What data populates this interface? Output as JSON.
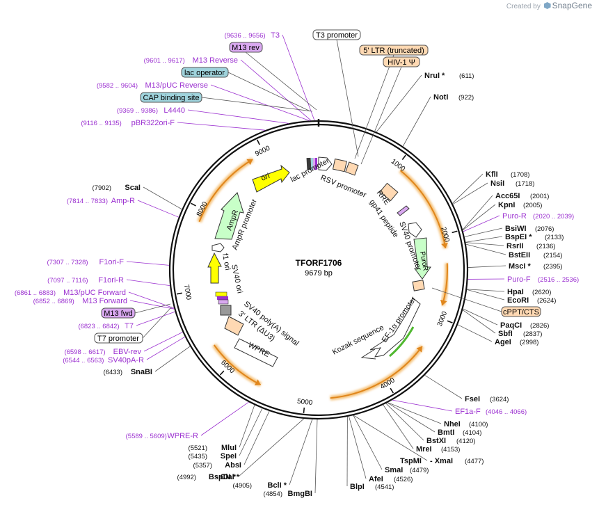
{
  "branding": {
    "created_by": "Created by",
    "app": "SnapGene"
  },
  "plasmid": {
    "name": "TFORF1706",
    "size": "9679 bp"
  },
  "ticks": [
    "1000",
    "2000",
    "3000",
    "4000",
    "5000",
    "6000",
    "7000",
    "8000",
    "9000"
  ],
  "sites": [
    {
      "name": "NruI *",
      "pos": "(611)",
      "side": "R"
    },
    {
      "name": "NotI",
      "pos": "(922)",
      "side": "R"
    },
    {
      "name": "KflI",
      "pos": "(1708)",
      "side": "R"
    },
    {
      "name": "NsiI",
      "pos": "(1718)",
      "side": "R"
    },
    {
      "name": "Acc65I",
      "pos": "(2001)",
      "side": "R"
    },
    {
      "name": "KpnI",
      "pos": "(2005)",
      "side": "R"
    },
    {
      "name": "Puro-R",
      "pos": "(2020 .. 2039)",
      "side": "R",
      "primer": true
    },
    {
      "name": "BsiWI",
      "pos": "(2076)",
      "side": "R"
    },
    {
      "name": "BspEI *",
      "pos": "(2133)",
      "side": "R"
    },
    {
      "name": "RsrII",
      "pos": "(2136)",
      "side": "R"
    },
    {
      "name": "BstEII",
      "pos": "(2154)",
      "side": "R"
    },
    {
      "name": "MscI *",
      "pos": "(2395)",
      "side": "R"
    },
    {
      "name": "Puro-F",
      "pos": "(2516 .. 2536)",
      "side": "R",
      "primer": true
    },
    {
      "name": "HpaI",
      "pos": "(2620)",
      "side": "R"
    },
    {
      "name": "EcoRI",
      "pos": "(2624)",
      "side": "R"
    },
    {
      "name": "PaqCI",
      "pos": "(2826)",
      "side": "R"
    },
    {
      "name": "SbfI",
      "pos": "(2837)",
      "side": "R"
    },
    {
      "name": "AgeI",
      "pos": "(2998)",
      "side": "R"
    },
    {
      "name": "FseI",
      "pos": "(3624)",
      "side": "R"
    },
    {
      "name": "EF1a-F",
      "pos": "(4046 .. 4066)",
      "side": "R",
      "primer": true
    },
    {
      "name": "NheI",
      "pos": "(4100)",
      "side": "R"
    },
    {
      "name": "BmtI",
      "pos": "(4104)",
      "side": "R"
    },
    {
      "name": "BstXI",
      "pos": "(4120)",
      "side": "R"
    },
    {
      "name": "MreI",
      "pos": "(4153)",
      "side": "R"
    },
    {
      "name": "TspMI",
      "pos": "",
      "side": "R"
    },
    {
      "name": "- XmaI",
      "pos": "(4477)",
      "side": "R"
    },
    {
      "name": "SmaI",
      "pos": "(4479)",
      "side": "R"
    },
    {
      "name": "AfeI",
      "pos": "(4526)",
      "side": "R"
    },
    {
      "name": "BlpI",
      "pos": "(4541)",
      "side": "R"
    },
    {
      "name": "BmgBI",
      "pos": "(4854)",
      "side": "L"
    },
    {
      "name": "BclI *",
      "pos": "(4905)",
      "side": "L"
    },
    {
      "name": "BspDI *",
      "pos": "(4992)",
      "side": "L"
    },
    {
      "name": "- ClaI *",
      "pos": "",
      "side": "L"
    },
    {
      "name": "AbsI",
      "pos": "(5357)",
      "side": "L"
    },
    {
      "name": "SpeI",
      "pos": "(5435)",
      "side": "L"
    },
    {
      "name": "MluI",
      "pos": "(5521)",
      "side": "L"
    },
    {
      "name": "WPRE-R",
      "pos": "(5589 .. 5609)",
      "side": "L",
      "primer": true
    },
    {
      "name": "SnaBI",
      "pos": "(6433)",
      "side": "L"
    },
    {
      "name": "SV40pA-R",
      "pos": "(6544 .. 6563)",
      "side": "L",
      "primer": true
    },
    {
      "name": "EBV-rev",
      "pos": "(6598 .. 6617)",
      "side": "L",
      "primer": true
    },
    {
      "name": "T7",
      "pos": "(6823 .. 6842)",
      "side": "L",
      "primer": true
    },
    {
      "name": "M13 Forward",
      "pos": "(6852 .. 6869)",
      "side": "L",
      "primer": true
    },
    {
      "name": "M13/pUC Forward",
      "pos": "(6861 .. 6883)",
      "side": "L",
      "primer": true
    },
    {
      "name": "F1ori-R",
      "pos": "(7097 .. 7116)",
      "side": "L",
      "primer": true
    },
    {
      "name": "F1ori-F",
      "pos": "(7307 .. 7328)",
      "side": "L",
      "primer": true
    },
    {
      "name": "Amp-R",
      "pos": "(7814 .. 7833)",
      "side": "L",
      "primer": true
    },
    {
      "name": "ScaI",
      "pos": "(7902)",
      "side": "L"
    },
    {
      "name": "pBR322ori-F",
      "pos": "(9116 .. 9135)",
      "side": "L",
      "primer": true
    },
    {
      "name": "L4440",
      "pos": "(9369 .. 9386)",
      "side": "L",
      "primer": true
    },
    {
      "name": "M13/pUC Reverse",
      "pos": "(9582 .. 9604)",
      "side": "L",
      "primer": true
    },
    {
      "name": "M13 Reverse",
      "pos": "(9601 .. 9617)",
      "side": "L",
      "primer": true
    },
    {
      "name": "T3",
      "pos": "(9636 .. 9656)",
      "side": "L",
      "primer": true
    }
  ],
  "boxed_labels": [
    "T3 promoter",
    "M13 rev",
    "5' LTR (truncated)",
    "HIV-1 Ψ",
    "lac operator",
    "CAP binding site",
    "cPPT/CTS",
    "M13 fwd",
    "T7 promoter"
  ],
  "inner_labels": [
    "lac promoter",
    "RSV promoter",
    "RRE",
    "gp41 peptide",
    "SV40 promoter",
    "PuroR",
    "EF-1α promoter",
    "Kozak sequence",
    "WPRE",
    "3' LTR (ΔU3)",
    "SV40 poly(A) signal",
    "SV40 ori",
    "f1 ori",
    "AmpR promoter",
    "AmpR",
    "ori"
  ],
  "colors": {
    "primer": "#9b30d0",
    "orange_glow": "#f5c27a",
    "arrow_orange": "#e0861c",
    "ori_yellow": "#ffff00",
    "ampr_green": "#c8ffc8",
    "promoter_white": "#ffffff",
    "feature_peach": "#ffd9b3",
    "lac_blue": "#9fd3dc",
    "m13_purple": "#d9a8f0"
  }
}
